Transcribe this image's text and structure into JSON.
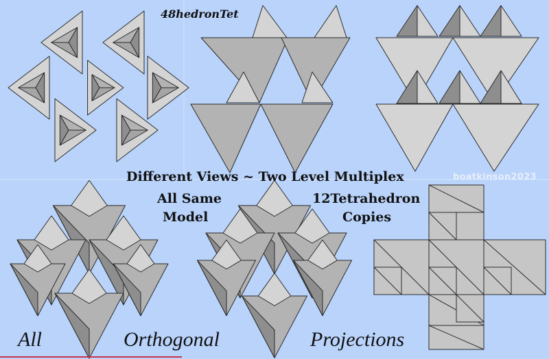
{
  "label_top": "48hedronTet",
  "headline": "Different Views ~ Two Level Multiplex",
  "left_note": [
    "All Same",
    "Model"
  ],
  "right_note": [
    "12Tetrahedron",
    "Copies"
  ],
  "signature": "boatkinson2023",
  "footer": [
    "All",
    "Orthogonal",
    "Projections"
  ],
  "colors": {
    "background": "#b9d3fb",
    "face_light": "#d4d4d4",
    "face_mid": "#b3b3b3",
    "face_dark": "#8e8e8e",
    "edge": "#2a2a2a"
  }
}
